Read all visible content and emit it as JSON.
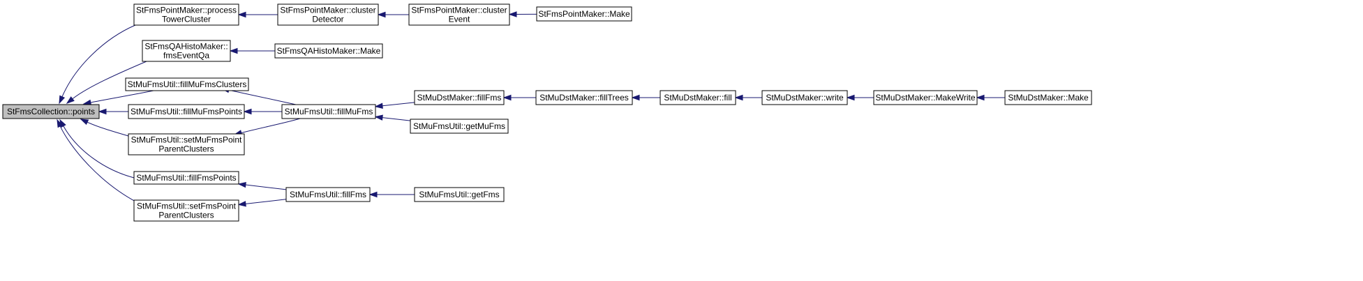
{
  "diagram": {
    "type": "doxygen-caller-graph",
    "colors": {
      "edge": "#191970",
      "root_fill": "#bfbfbf",
      "node_fill": "#ffffff",
      "node_border": "#000000"
    },
    "nodes": [
      {
        "id": "root",
        "lines": [
          "StFmsCollection::points"
        ],
        "root": true
      },
      {
        "id": "n1",
        "lines": [
          "StFmsPointMaker::process",
          "TowerCluster"
        ]
      },
      {
        "id": "n2",
        "lines": [
          "StFmsQAHistoMaker::",
          "fmsEventQa"
        ]
      },
      {
        "id": "n3",
        "lines": [
          "StMuFmsUtil::fillMuFmsClusters"
        ]
      },
      {
        "id": "n4",
        "lines": [
          "StMuFmsUtil::fillMuFmsPoints"
        ]
      },
      {
        "id": "n5",
        "lines": [
          "StMuFmsUtil::setMuFmsPoint",
          "ParentClusters"
        ]
      },
      {
        "id": "n6",
        "lines": [
          "StMuFmsUtil::fillFmsPoints"
        ]
      },
      {
        "id": "n7",
        "lines": [
          "StMuFmsUtil::setFmsPoint",
          "ParentClusters"
        ]
      },
      {
        "id": "n8",
        "lines": [
          "StFmsPointMaker::cluster",
          "Detector"
        ]
      },
      {
        "id": "n9",
        "lines": [
          "StFmsPointMaker::cluster",
          "Event"
        ]
      },
      {
        "id": "n10",
        "lines": [
          "StFmsPointMaker::Make"
        ]
      },
      {
        "id": "n11",
        "lines": [
          "StFmsQAHistoMaker::Make"
        ]
      },
      {
        "id": "n12",
        "lines": [
          "StMuFmsUtil::fillMuFms"
        ]
      },
      {
        "id": "n13",
        "lines": [
          "StMuDstMaker::fillFms"
        ]
      },
      {
        "id": "n14",
        "lines": [
          "StMuFmsUtil::getMuFms"
        ]
      },
      {
        "id": "n15",
        "lines": [
          "StMuDstMaker::fillTrees"
        ]
      },
      {
        "id": "n16",
        "lines": [
          "StMuDstMaker::fill"
        ]
      },
      {
        "id": "n17",
        "lines": [
          "StMuDstMaker::write"
        ]
      },
      {
        "id": "n18",
        "lines": [
          "StMuDstMaker::MakeWrite"
        ]
      },
      {
        "id": "n19",
        "lines": [
          "StMuDstMaker::Make"
        ]
      },
      {
        "id": "n20",
        "lines": [
          "StMuFmsUtil::fillFms"
        ]
      },
      {
        "id": "n21",
        "lines": [
          "StMuFmsUtil::getFms"
        ]
      }
    ],
    "edges": [
      {
        "from": "n1",
        "to": "root"
      },
      {
        "from": "n2",
        "to": "root"
      },
      {
        "from": "n3",
        "to": "root"
      },
      {
        "from": "n4",
        "to": "root"
      },
      {
        "from": "n5",
        "to": "root"
      },
      {
        "from": "n6",
        "to": "root"
      },
      {
        "from": "n7",
        "to": "root"
      },
      {
        "from": "n8",
        "to": "n1"
      },
      {
        "from": "n9",
        "to": "n8"
      },
      {
        "from": "n10",
        "to": "n9"
      },
      {
        "from": "n11",
        "to": "n2"
      },
      {
        "from": "n12",
        "to": "n3"
      },
      {
        "from": "n12",
        "to": "n4"
      },
      {
        "from": "n12",
        "to": "n5"
      },
      {
        "from": "n13",
        "to": "n12"
      },
      {
        "from": "n14",
        "to": "n12"
      },
      {
        "from": "n15",
        "to": "n13"
      },
      {
        "from": "n16",
        "to": "n15"
      },
      {
        "from": "n17",
        "to": "n16"
      },
      {
        "from": "n18",
        "to": "n17"
      },
      {
        "from": "n19",
        "to": "n18"
      },
      {
        "from": "n20",
        "to": "n6"
      },
      {
        "from": "n20",
        "to": "n7"
      },
      {
        "from": "n21",
        "to": "n20"
      }
    ]
  }
}
